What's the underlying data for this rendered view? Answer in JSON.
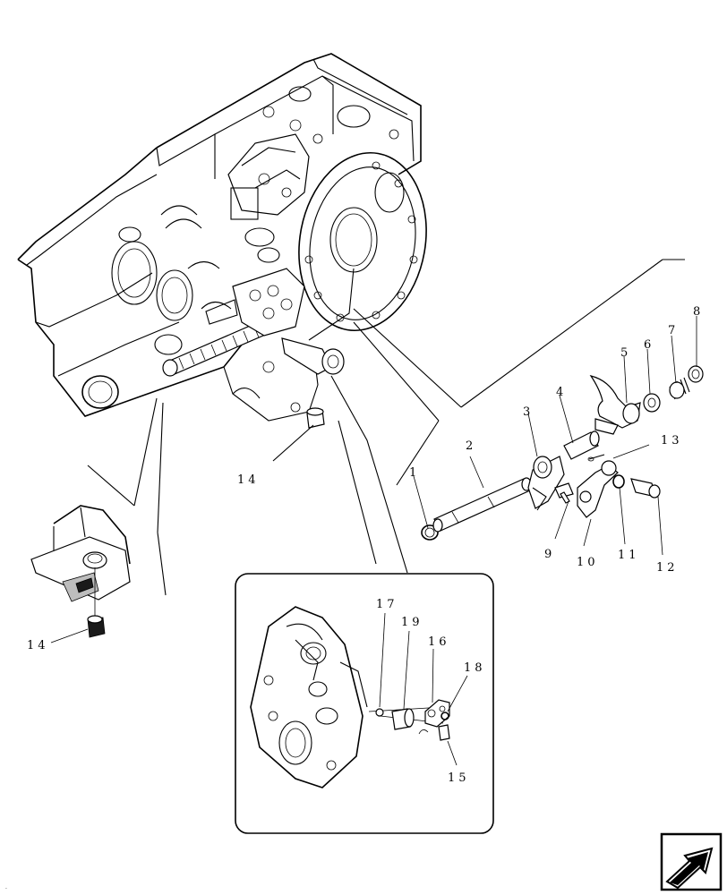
{
  "callouts": {
    "c1": "1",
    "c2": "2",
    "c3": "3",
    "c4": "4",
    "c5": "5",
    "c6": "6",
    "c7": "7",
    "c8": "8",
    "c9": "9",
    "c10": "10",
    "c11": "11",
    "c12": "12",
    "c13": "13",
    "c14a": "14",
    "c14b": "14",
    "c15": "15",
    "c16": "16",
    "c17": "17",
    "c18": "18",
    "c19": "19"
  },
  "icons": {
    "nav": "next-page-arrow-icon"
  }
}
